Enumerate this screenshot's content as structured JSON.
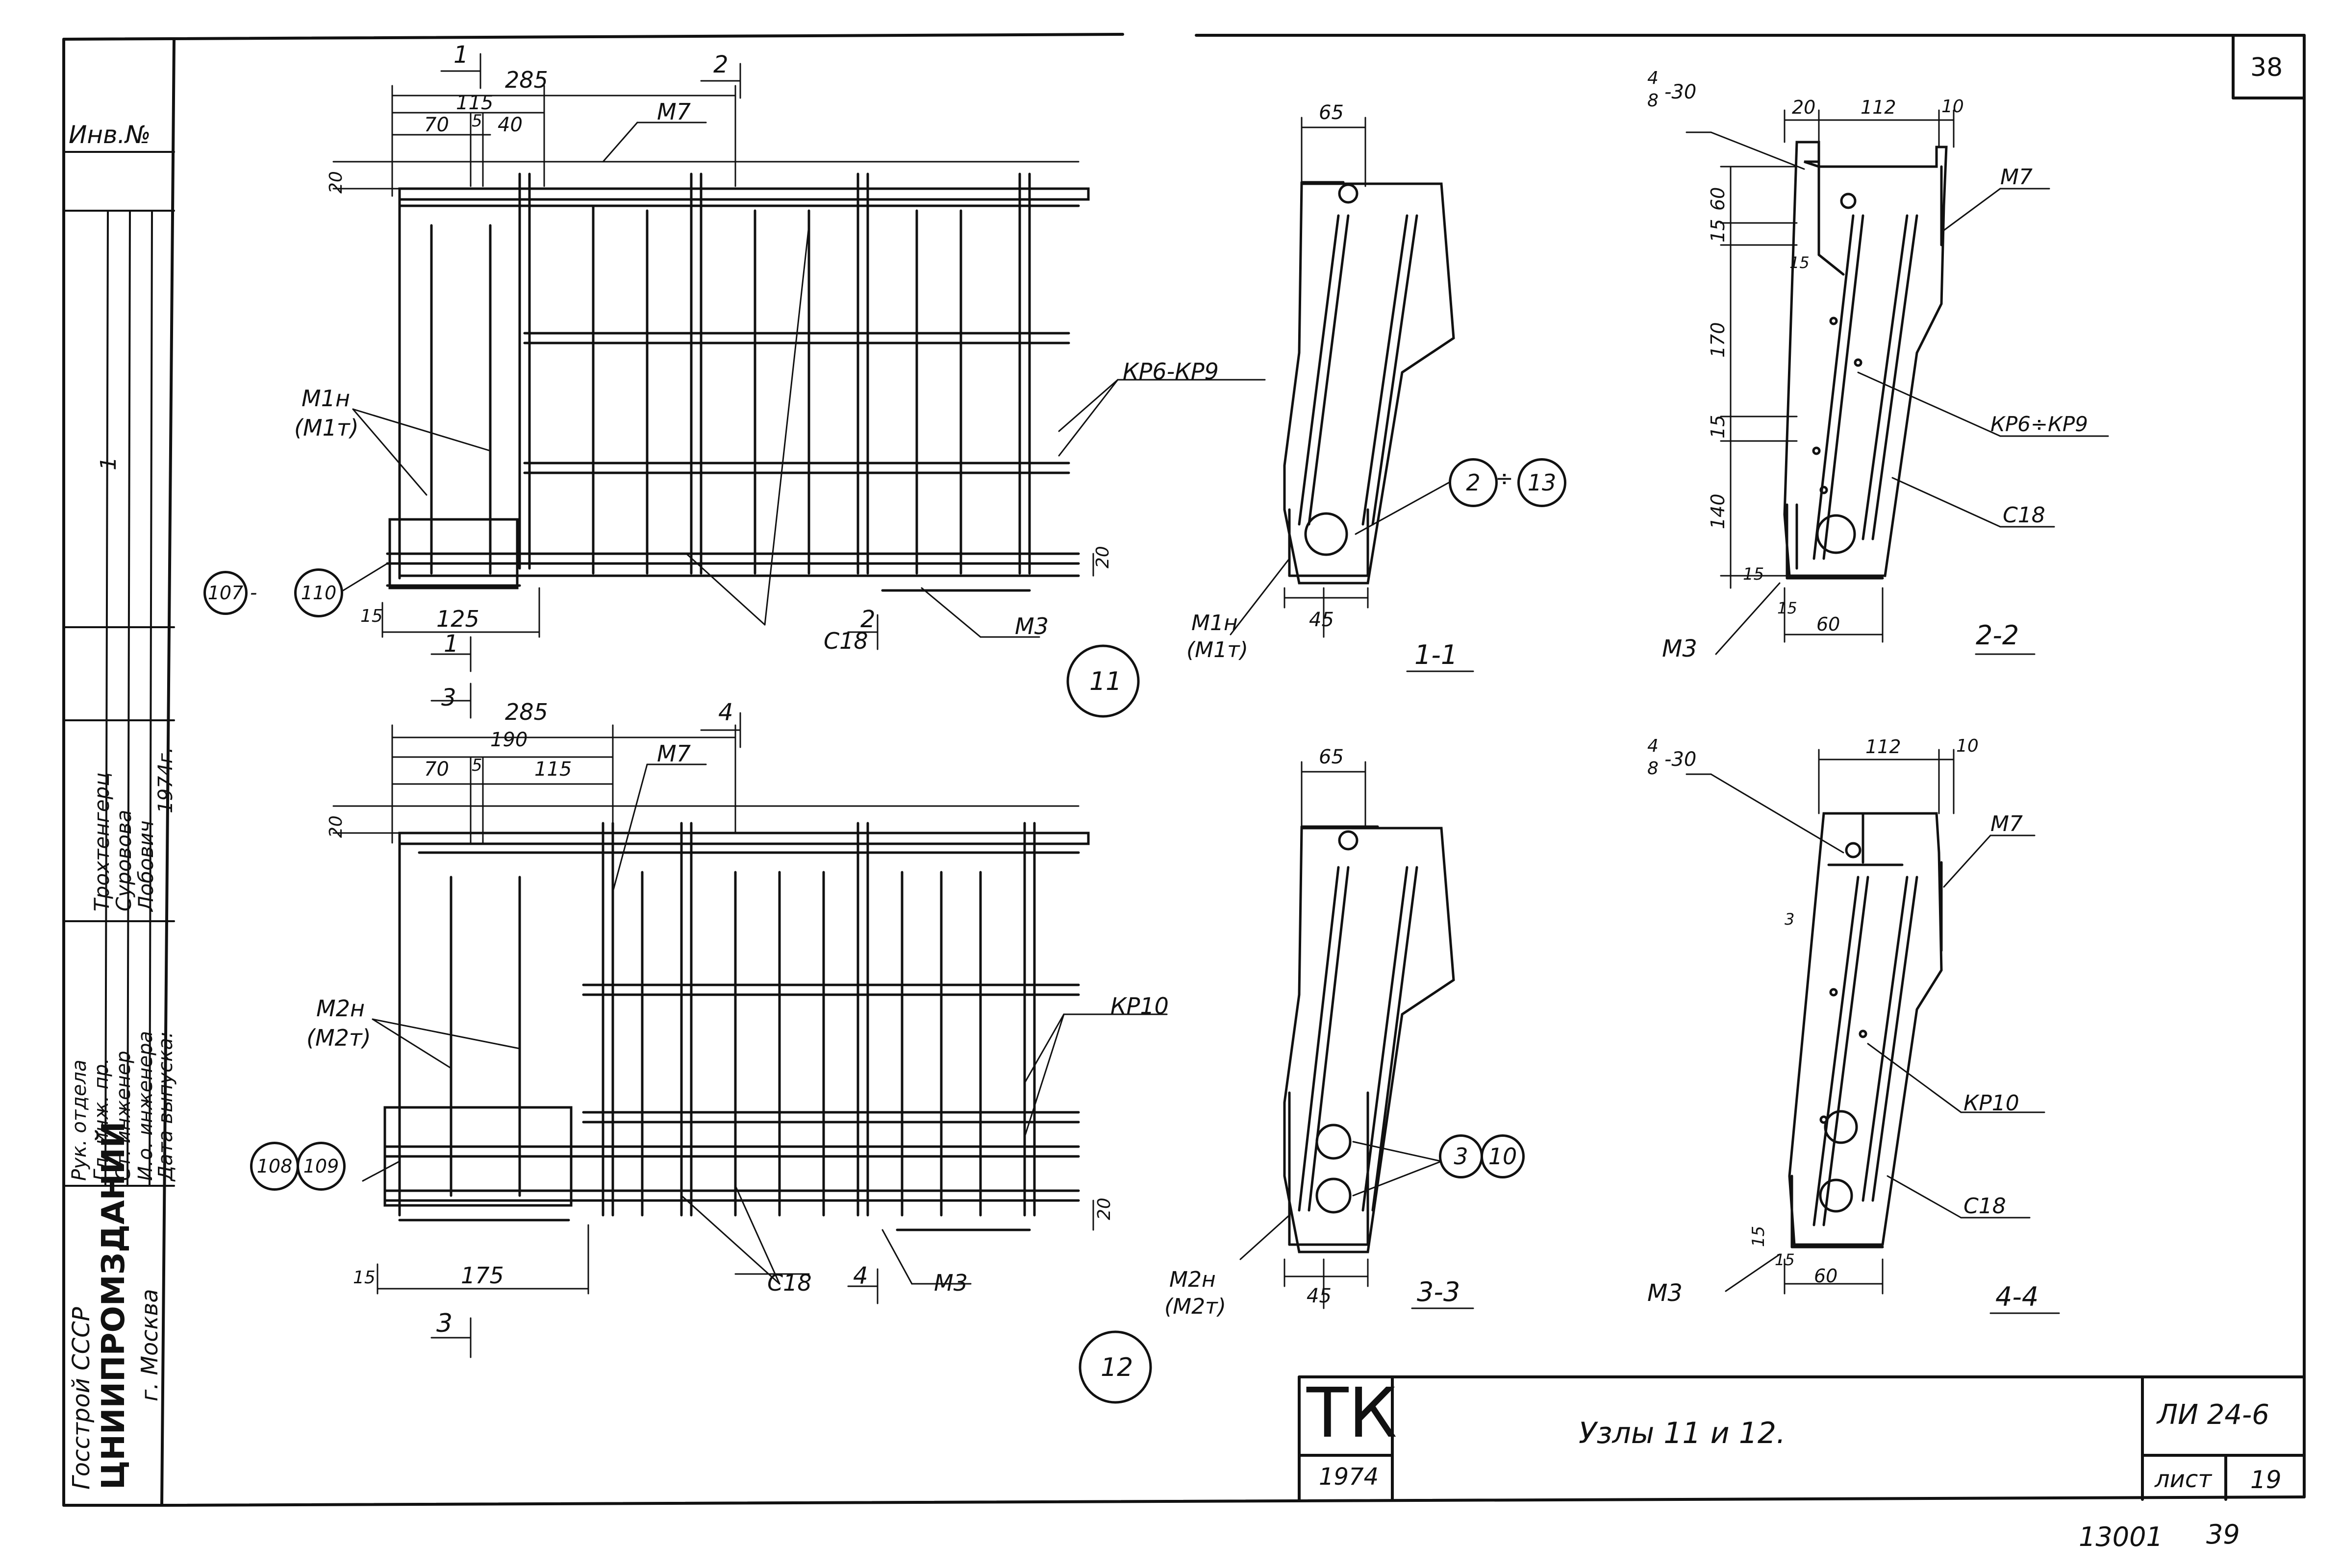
{
  "sheet": {
    "sheet_no": "38",
    "bottom_code": "13001",
    "bottom_code2": "39"
  },
  "left_column": {
    "inv_label": "Инв.№",
    "small_num": "1",
    "roles": [
      "Рук. отдела",
      "Гл. инж. пр.",
      "Ст. инженер",
      "И.о. инженера",
      "Дата выпуска:"
    ],
    "names": [
      "Трохтенгерц",
      "Суровова",
      "Лобович"
    ],
    "year": "1974г.",
    "org1": "Госстрой СССР",
    "org2": "ЦНИИПРОМЗДАНИЙ",
    "org3": "г. Москва"
  },
  "node11": {
    "number": "11",
    "dims": [
      "285",
      "115",
      "70",
      "5",
      "40",
      "20",
      "125",
      "15",
      "20"
    ],
    "cut1": "1",
    "cut2": "2",
    "labels": [
      "М7",
      "КР6-КР9",
      "М1н",
      "(М1т)",
      "С18",
      "М3"
    ],
    "bubbles": [
      "107",
      "110"
    ],
    "dash": "-"
  },
  "node12": {
    "number": "12",
    "dims": [
      "285",
      "190",
      "70",
      "5",
      "115",
      "20",
      "175",
      "15",
      "20"
    ],
    "cut3": "3",
    "cut4": "4",
    "labels": [
      "М7",
      "КР10",
      "М2н",
      "(М2т)",
      "С18",
      "М3"
    ],
    "bubbles": [
      "108",
      "109"
    ]
  },
  "section11": {
    "title": "1-1",
    "dims": [
      "65",
      "45"
    ],
    "labels": [
      "М1н",
      "(М1т)"
    ],
    "bubbles": [
      "2",
      "13"
    ],
    "div": "÷"
  },
  "section22": {
    "title": "2-2",
    "frac_top": "4",
    "frac_bottom": "8",
    "frac_suffix": "-30",
    "dims": [
      "20",
      "112",
      "10",
      "60",
      "15",
      "170",
      "15",
      "140",
      "15",
      "15",
      "60",
      "15"
    ],
    "labels": [
      "М7",
      "КР6÷КР9",
      "С18",
      "М3"
    ]
  },
  "section33": {
    "title": "3-3",
    "dims": [
      "65",
      "45"
    ],
    "labels": [
      "М2н",
      "(М2т)"
    ],
    "bubbles": [
      "3",
      "10"
    ]
  },
  "section44": {
    "title": "4-4",
    "frac_top": "4",
    "frac_bottom": "8",
    "frac_suffix": "-30",
    "dims": [
      "112",
      "10",
      "3",
      "15",
      "15",
      "60"
    ],
    "labels": [
      "М7",
      "КР10",
      "С18",
      "М3"
    ]
  },
  "stamp": {
    "logo": "ТК",
    "year": "1974",
    "title": "Узлы 11 и 12.",
    "code": "ЛИ 24-6",
    "list_label": "лист",
    "list_no": "19"
  }
}
